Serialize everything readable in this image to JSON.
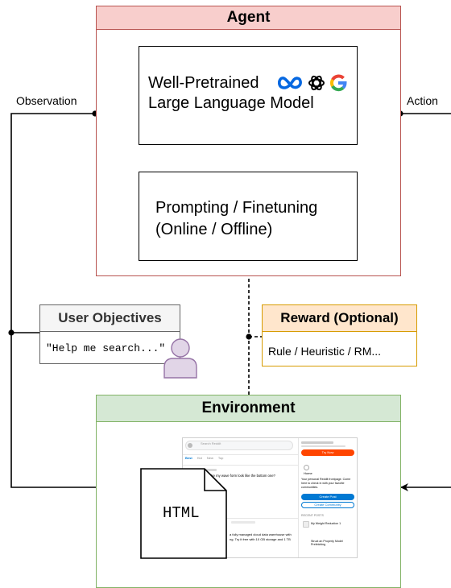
{
  "agent": {
    "title": "Agent",
    "llm_line1": "Well-Pretrained",
    "llm_line2": "Large Language Model",
    "prompting_line1": "Prompting / Finetuning",
    "prompting_line2": "(Online / Offline)"
  },
  "logos": [
    "meta-logo",
    "openai-logo",
    "google-logo"
  ],
  "labels": {
    "observation": "Observation",
    "action": "Action"
  },
  "user_objectives": {
    "title": "User Objectives",
    "text": "\"Help me search...\""
  },
  "reward": {
    "title": "Reward (Optional)",
    "text": "Rule / Heuristic / RM..."
  },
  "environment": {
    "title": "Environment",
    "html_label": "HTML"
  },
  "screenshot": {
    "search_placeholder": "Search Reddit",
    "tabs": [
      "Best",
      "Hot",
      "New",
      "Top"
    ],
    "post1_title": "How do I make my wave form look like the bottom one?",
    "post2_text_a": "a fully managed cloud data warehouse with",
    "post2_text_b": "ng. Try it free with 10 GB storage and 1 TB",
    "try_now": "Try Now",
    "home_label": "Home",
    "home_desc_a": "Your personal Reddit frontpage. Come",
    "home_desc_b": "here to check in with your favorite",
    "home_desc_c": "communities.",
    "create_post": "Create Post",
    "create_community": "Create Community",
    "recent_posts": "RECENT POSTS",
    "recent1": "My Weight Reduction 1",
    "recent2": "Struct an Property Model Prefetching"
  },
  "colors": {
    "agent_border": "#b85450",
    "agent_fill": "#f8cecc",
    "reward_border": "#d79b00",
    "reward_fill": "#ffe6cc",
    "env_border": "#82b366",
    "env_fill": "#d5e8d4",
    "user_border": "#666666",
    "user_fill": "#f5f5f5",
    "person_fill": "#e1d5e7",
    "person_stroke": "#9673a6",
    "reddit_orange": "#ff4500",
    "reddit_blue": "#0079d3"
  }
}
